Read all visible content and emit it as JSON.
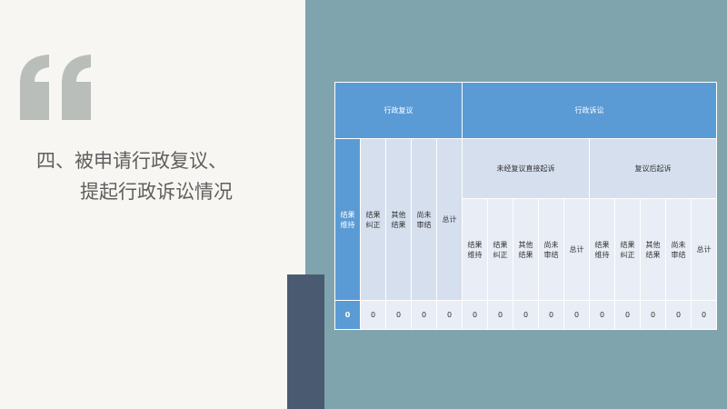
{
  "heading": {
    "line1": "四、被申请行政复议、",
    "line2": "提起行政诉讼情况"
  },
  "table": {
    "top_headers": {
      "review": "行政复议",
      "litigation": "行政诉讼"
    },
    "litigation_groups": {
      "direct": "未经复议直接起诉",
      "after_review": "复议后起诉"
    },
    "review_columns": [
      "结果维持",
      "结果纠正",
      "其他结果",
      "尚未审结",
      "总计"
    ],
    "direct_columns": [
      "结果维持",
      "结果纠正",
      "其他结果",
      "尚未审结",
      "总计"
    ],
    "after_columns": [
      "结果维持",
      "结果纠正",
      "其他结果",
      "尚未审结",
      "总计"
    ],
    "values": [
      "0",
      "0",
      "0",
      "0",
      "0",
      "0",
      "0",
      "0",
      "0",
      "0",
      "0",
      "0",
      "0",
      "0",
      "0"
    ]
  },
  "colors": {
    "header_blue": "#5b9bd5",
    "light_cell": "#d5dfee",
    "panel_teal": "#7fa4ae",
    "dark_rect": "#4a5a70"
  }
}
